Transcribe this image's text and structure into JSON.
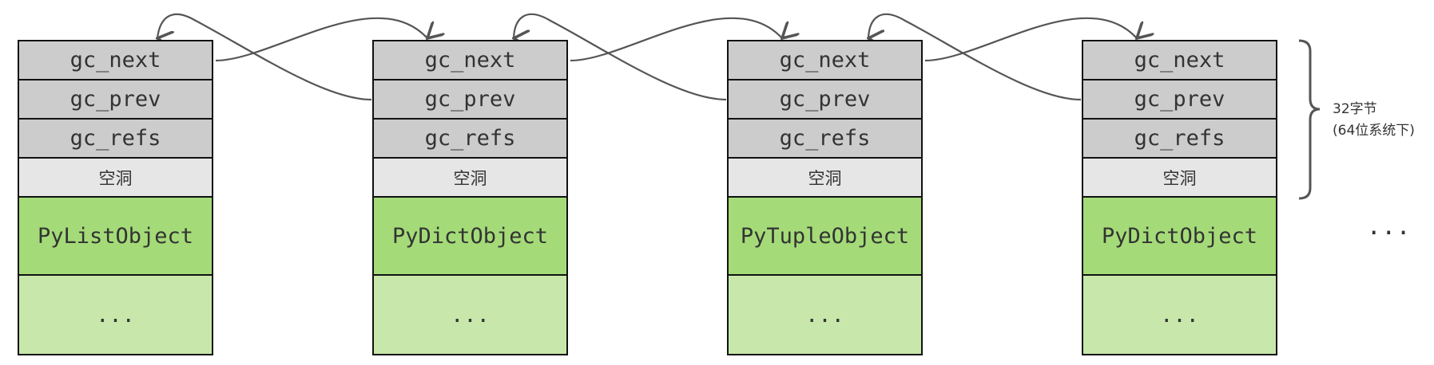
{
  "blocks": [
    {
      "gc_next": "gc_next",
      "gc_prev": "gc_prev",
      "gc_refs": "gc_refs",
      "hole": "空洞",
      "object": "PyListObject",
      "rest": "..."
    },
    {
      "gc_next": "gc_next",
      "gc_prev": "gc_prev",
      "gc_refs": "gc_refs",
      "hole": "空洞",
      "object": "PyDictObject",
      "rest": "..."
    },
    {
      "gc_next": "gc_next",
      "gc_prev": "gc_prev",
      "gc_refs": "gc_refs",
      "hole": "空洞",
      "object": "PyTupleObject",
      "rest": "..."
    },
    {
      "gc_next": "gc_next",
      "gc_prev": "gc_prev",
      "gc_refs": "gc_refs",
      "hole": "空洞",
      "object": "PyDictObject",
      "rest": "..."
    }
  ],
  "annotation": {
    "line1": "32字节",
    "line2": "(64位系统下)"
  },
  "continuation": "...",
  "colors": {
    "header": "#cccccc",
    "hole": "#e6e6e6",
    "object": "#a4db78",
    "object_rest": "#c7e8aa",
    "border": "#111111",
    "arrow": "#555555"
  }
}
